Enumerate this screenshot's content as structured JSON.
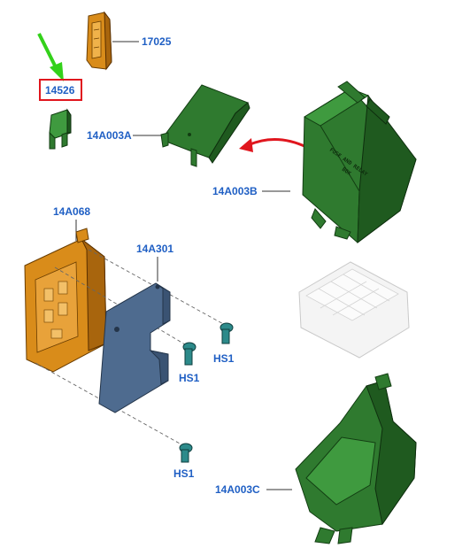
{
  "parts": {
    "p17025": "17025",
    "p14526": "14526",
    "p14A003A": "14A003A",
    "p14A003B": "14A003B",
    "p14A068": "14A068",
    "p14A301": "14A301",
    "hs1_a": "HS1",
    "hs1_b": "HS1",
    "hs1_c": "HS1",
    "p14A003C": "14A003C"
  },
  "box_lid_text": {
    "line1": "FUSE AND RELAY",
    "line2": "BOX"
  },
  "colors": {
    "label_blue": "#1f5fc4",
    "highlight_red": "#e0161e",
    "arrow_green": "#33d11a",
    "arrow_red": "#e0161e"
  }
}
